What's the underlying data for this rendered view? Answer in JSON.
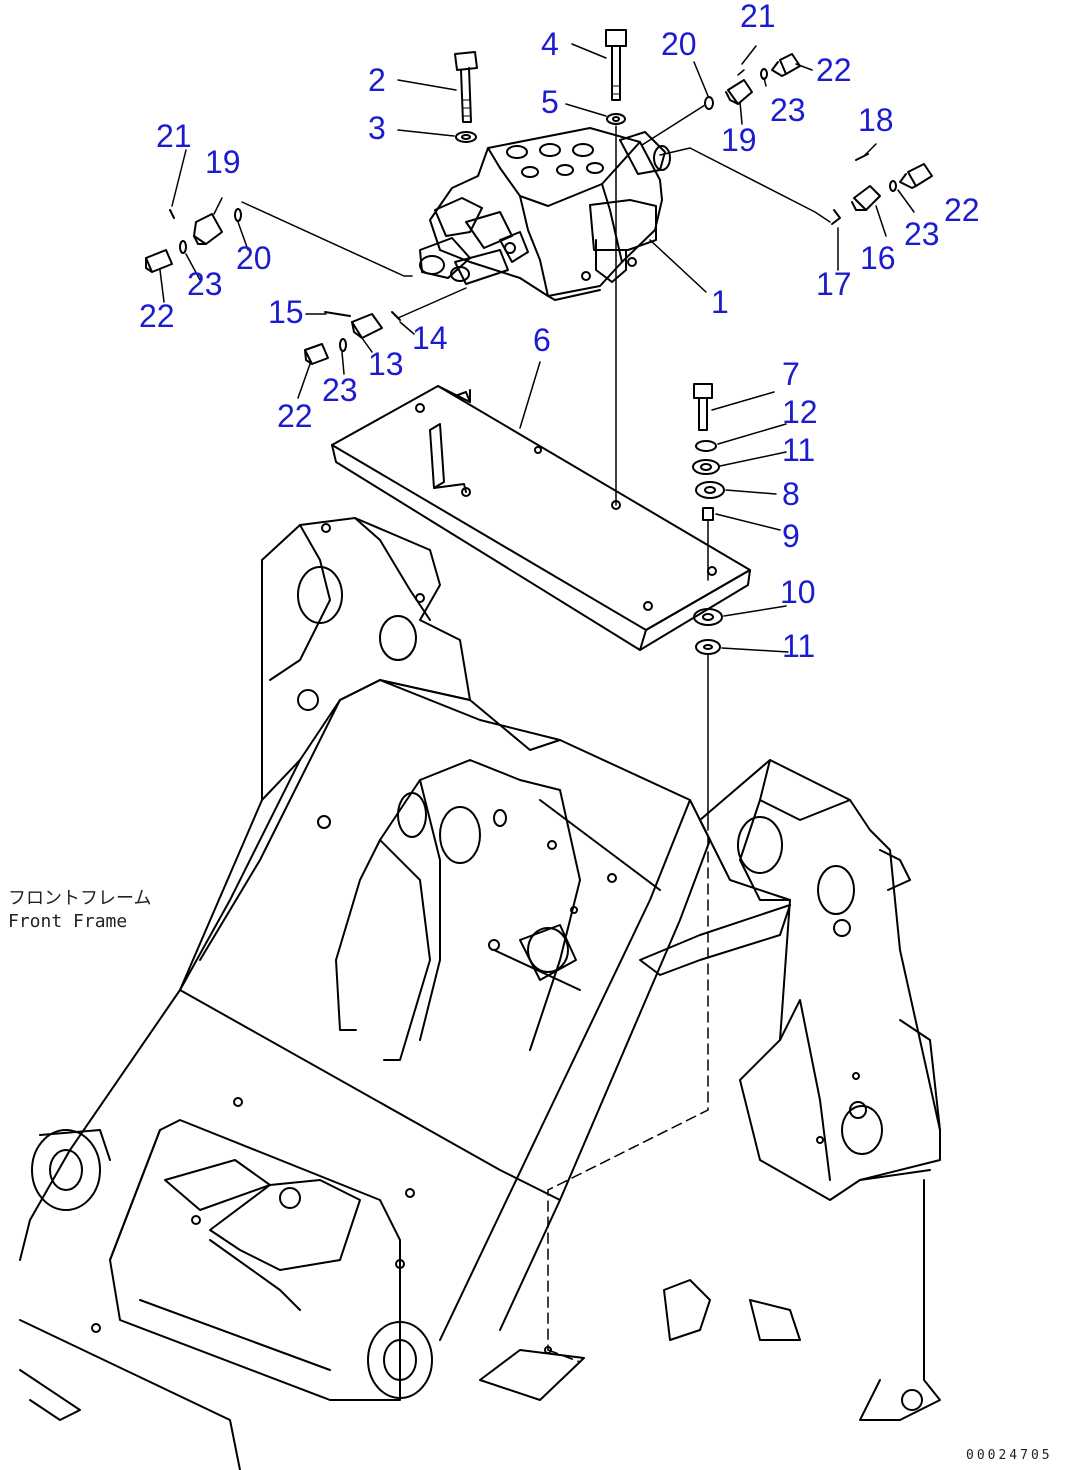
{
  "diagram": {
    "ink_color": "#000000",
    "callout_color": "#1c1ccf",
    "frame_label": {
      "japanese": "フロントフレーム",
      "english": "Front Frame"
    },
    "drawing_code": "00024705",
    "callouts": {
      "c1": "1",
      "c2": "2",
      "c3": "3",
      "c4": "4",
      "c5": "5",
      "c6": "6",
      "c7": "7",
      "c8": "8",
      "c9": "9",
      "c10": "10",
      "c11a": "11",
      "c11b": "11",
      "c12": "12",
      "c13": "13",
      "c14": "14",
      "c15": "15",
      "c16": "16",
      "c17": "17",
      "c18": "18",
      "c19a": "19",
      "c19b": "19",
      "c20a": "20",
      "c20b": "20",
      "c21a": "21",
      "c21b": "21",
      "c22a": "22",
      "c22b": "22",
      "c22c": "22",
      "c22d": "22",
      "c23a": "23",
      "c23b": "23",
      "c23c": "23",
      "c23d": "23"
    }
  }
}
